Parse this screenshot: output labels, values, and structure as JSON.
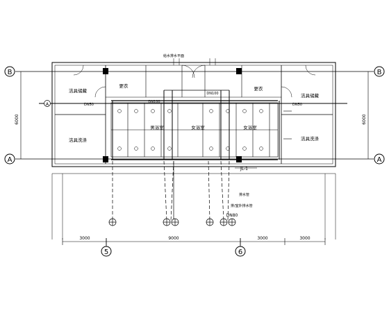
{
  "drawing": {
    "grid_labels": {
      "b_left": "B",
      "b_right": "B",
      "a_left": "A",
      "a_right": "A",
      "a_mid": "A",
      "col5": "5",
      "col6": "6"
    },
    "vertical_dims": {
      "left": "6000",
      "right": "6000"
    },
    "horizontal_dims": {
      "seg1": "3000",
      "seg2": "9000",
      "seg3": "3000",
      "seg4": "3000"
    },
    "rooms": {
      "janitor_tl": "洁具储藏",
      "janitor_bl": "洁具洗涤",
      "changing_l": "更衣",
      "changing_r": "更衣",
      "janitor_tr": "洁具储藏",
      "janitor_br": "洁具洗涤",
      "men": "男浴室",
      "women_1": "女浴室",
      "women_2": "女浴室"
    },
    "pipe_labels": {
      "dn50_left": "DN50",
      "dn50_right": "DN50",
      "dn100_left": "DN100",
      "dn100_right": "DN100",
      "dn80": "DN80",
      "section": "JL-1",
      "drain_note": "排水管",
      "outlet_note": "排/室外排水管",
      "top_note": "给水排水平面"
    }
  }
}
